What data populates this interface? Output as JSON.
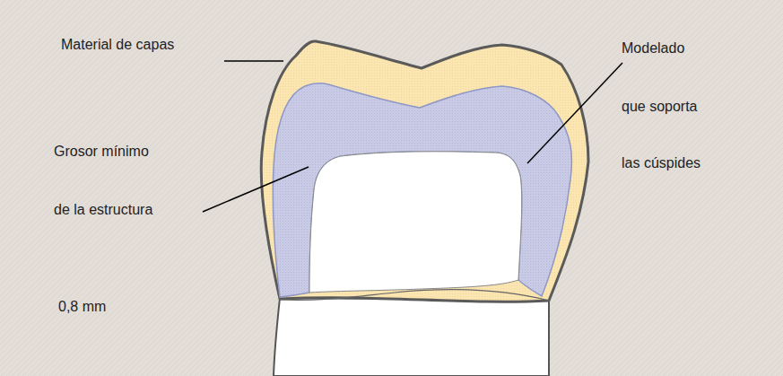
{
  "diagram": {
    "labels": [
      "Material de capas",
      "Modelado",
      "que soporta",
      "las cúspides",
      "Grosor mínimo",
      "de la estructura",
      "0,8 mm"
    ]
  }
}
